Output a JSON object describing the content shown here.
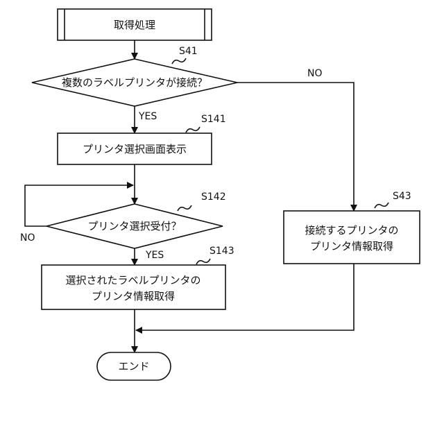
{
  "nodes": {
    "start": "取得処理",
    "decision_multi": "複数のラベルプリンタが接続？",
    "select_screen": "プリンタ選択画面表示",
    "decision_select": "プリンタ選択受付？",
    "get_selected_1": "選択されたラベルプリンタの",
    "get_selected_2": "プリンタ情報取得",
    "get_connected_1": "接続するプリンタの",
    "get_connected_2": "プリンタ情報取得",
    "end": "エンド"
  },
  "steps": {
    "s41": "S41",
    "s141": "S141",
    "s142": "S142",
    "s143": "S143",
    "s43": "S43"
  },
  "branches": {
    "s41_no": "NO",
    "s41_yes": "YES",
    "s142_no": "NO",
    "s142_yes": "YES"
  }
}
